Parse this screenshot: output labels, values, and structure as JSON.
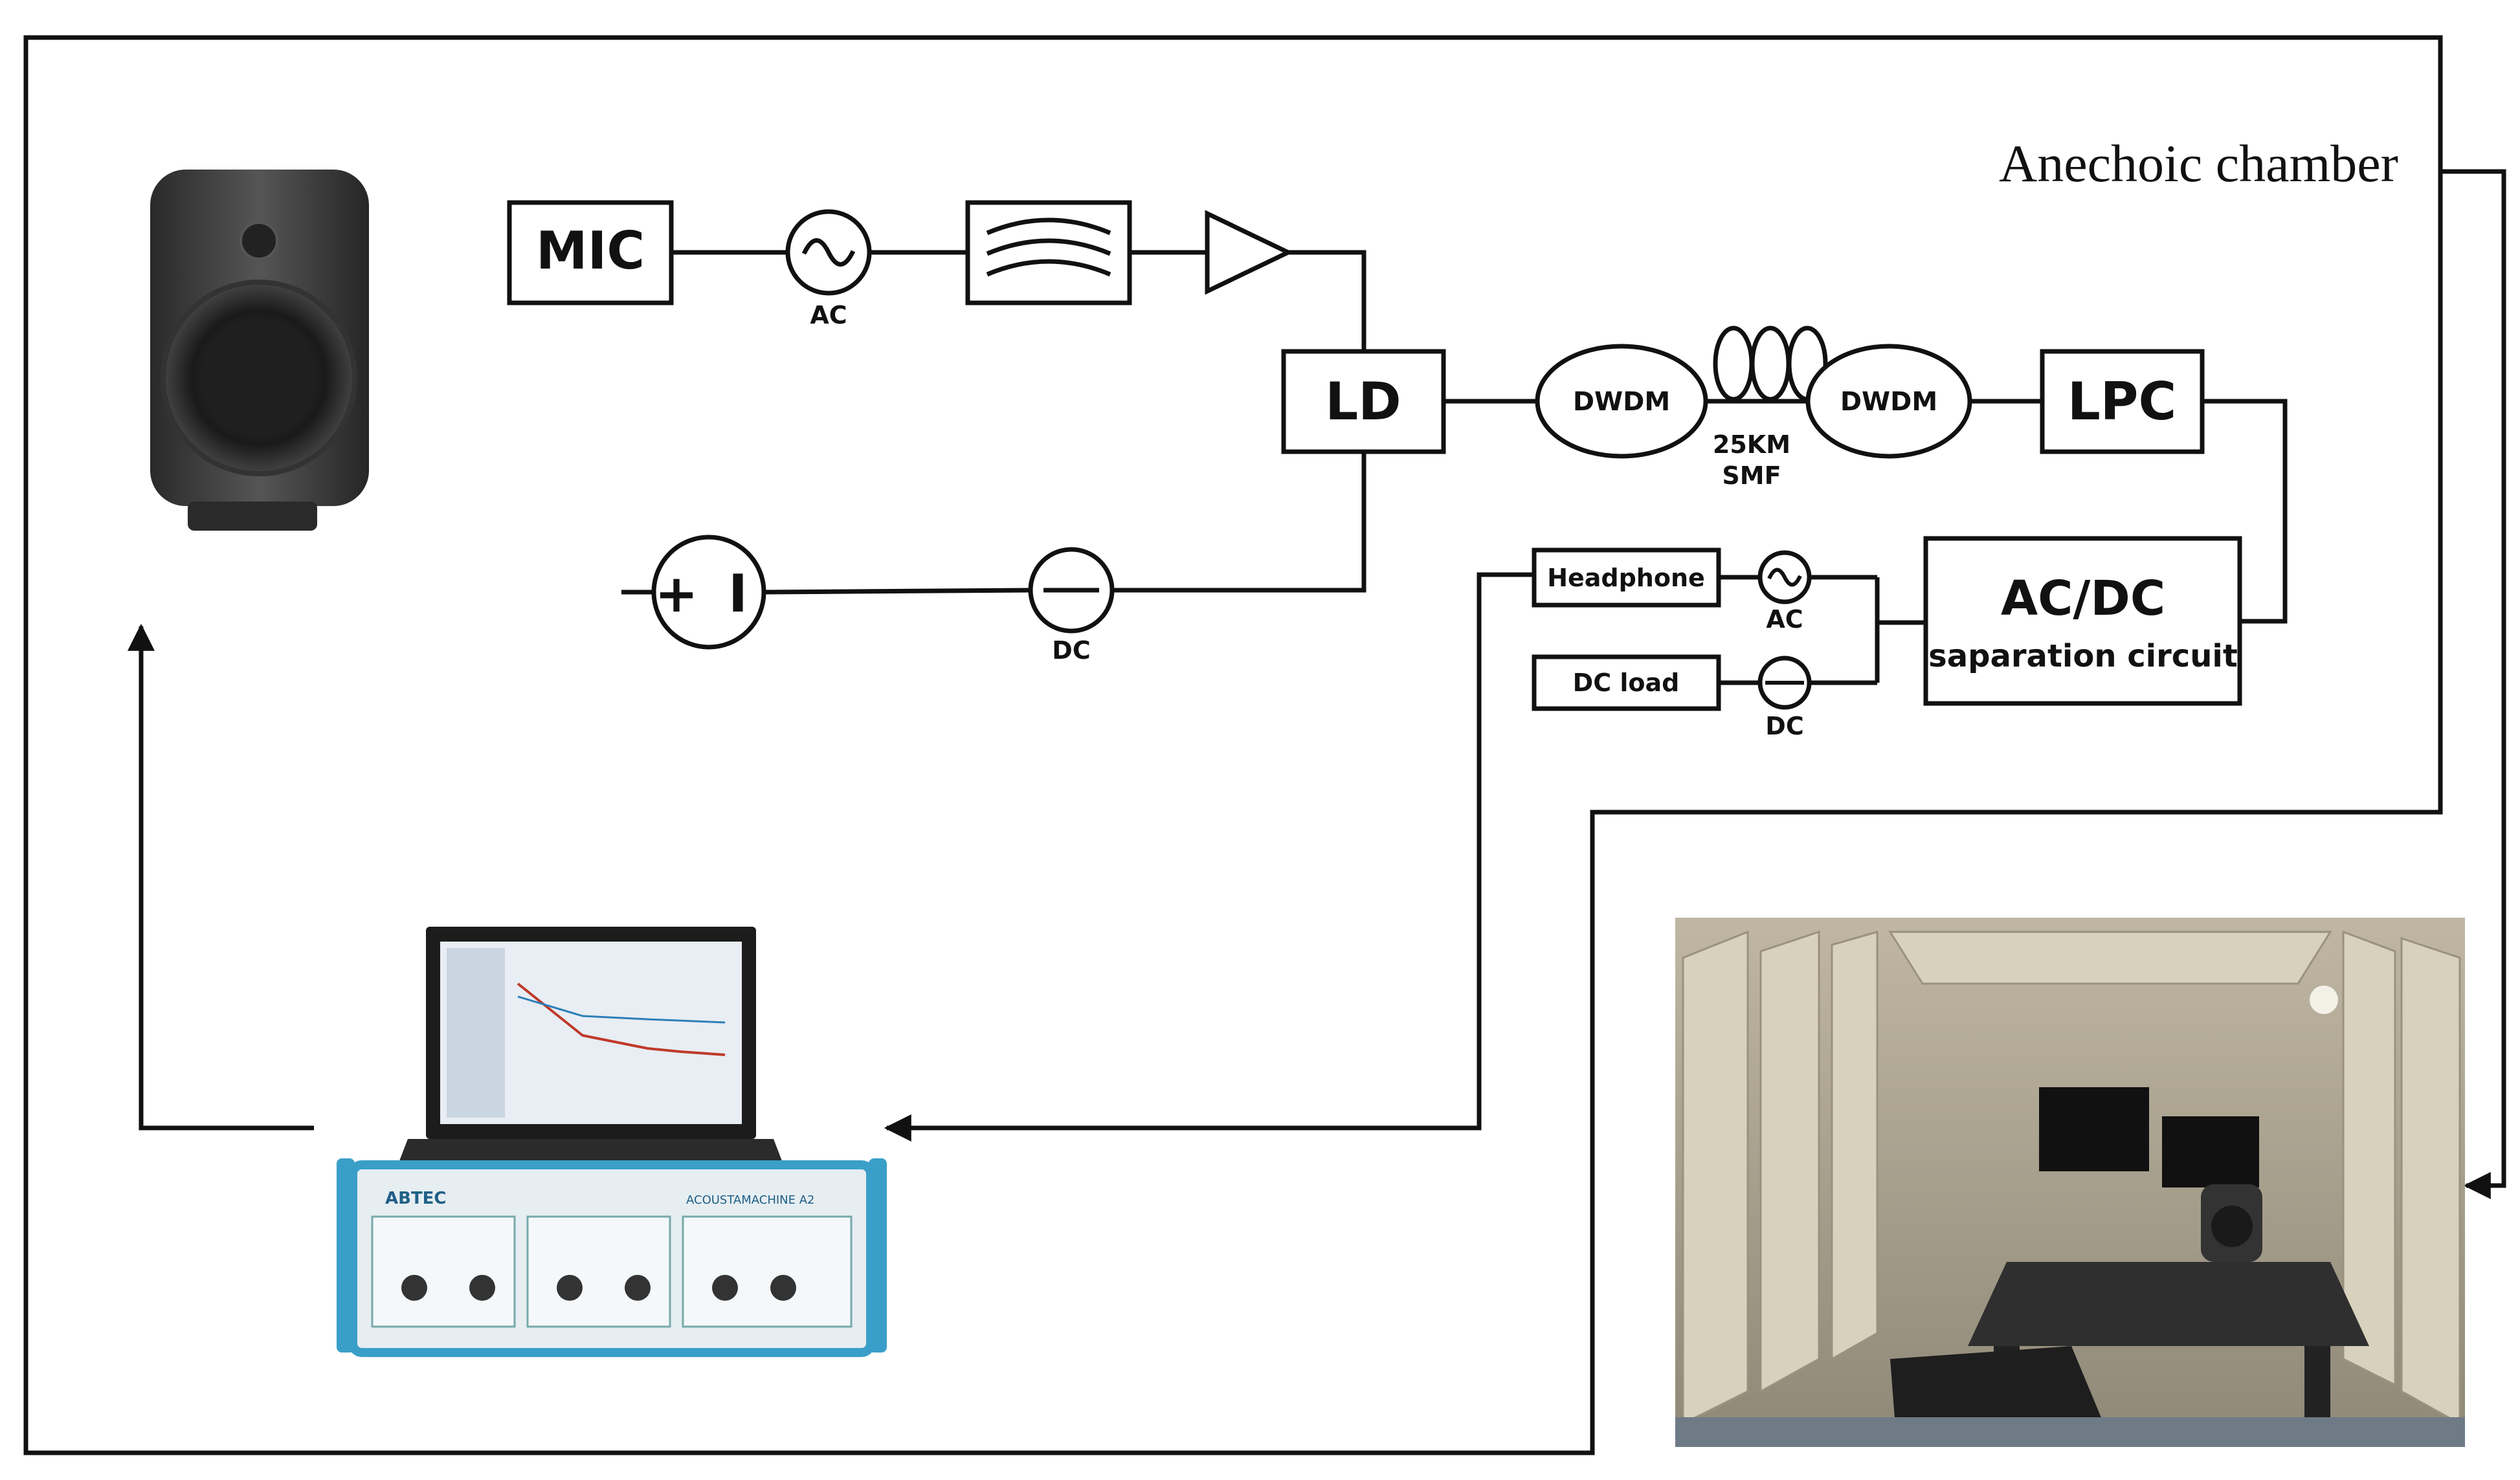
{
  "chamber_label": "Anechoic chamber",
  "blocks": {
    "mic": "MIC",
    "ld": "LD",
    "lpc": "LPC",
    "dwdm_left": "DWDM",
    "dwdm_right": "DWDM",
    "fiber_line1": "25KM",
    "fiber_line2": "SMF",
    "acdc_title": "AC/DC",
    "acdc_subtitle": "saparation circuit",
    "headphone": "Headphone",
    "dc_load": "DC load"
  },
  "meter_labels": {
    "ac_top": "AC",
    "dc_bottom": "DC",
    "ac_right": "AC",
    "dc_right": "DC"
  },
  "battery_symbols": {
    "plus": "+",
    "minus": "I"
  },
  "analyzer": {
    "brand": "ABTEC",
    "model": "ACOUSTAMACHINE A2"
  },
  "colors": {
    "line": "#111111",
    "analyzer_frame": "#3a9fc8"
  },
  "icons": [
    "speaker-image",
    "analyzer-image",
    "anechoic-chamber-photo",
    "filter-icon",
    "amplifier-icon",
    "fiber-coil-icon",
    "battery-icon"
  ]
}
